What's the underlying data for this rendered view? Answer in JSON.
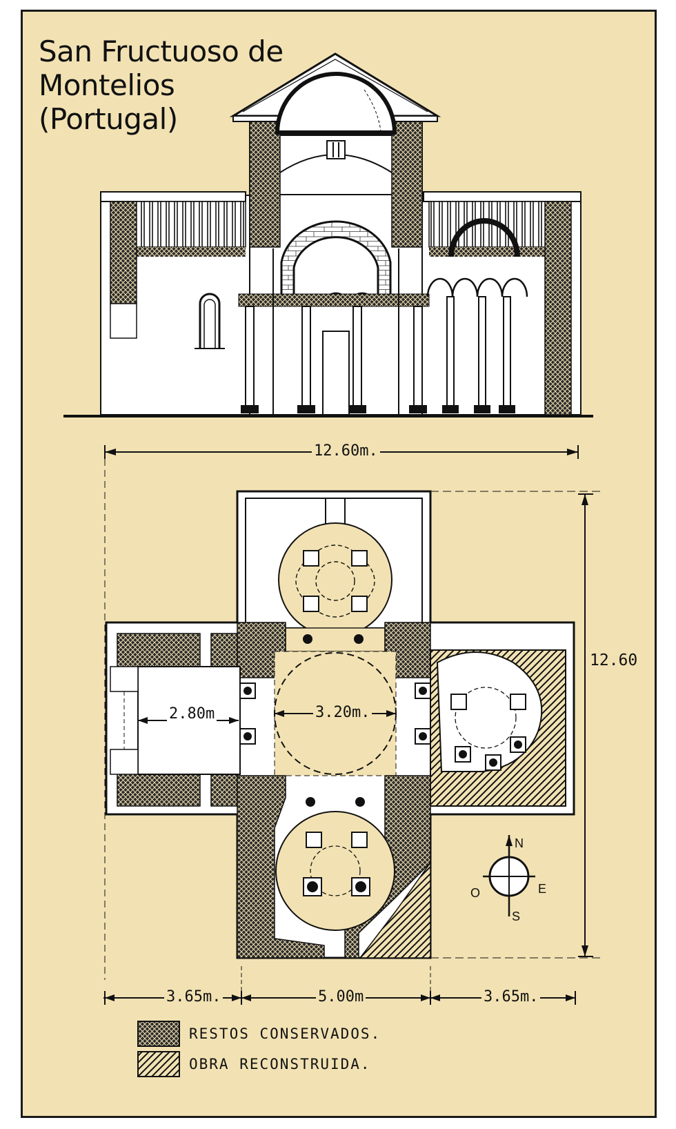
{
  "title": {
    "line1": "San Fructuoso de",
    "line2": "Montelios",
    "line3": "(Portugal)"
  },
  "dimensions": {
    "overall_width": "12.60m.",
    "overall_height": "12.60",
    "nave_width": "2.80m",
    "crossing_width": "3.20m.",
    "left_arm": "3.65m.",
    "center_arm": "5.00m",
    "right_arm": "3.65m."
  },
  "compass": {
    "north": "N",
    "south": "S",
    "east": "E",
    "west": "O"
  },
  "legend": {
    "preserved_label": "RESTOS CONSERVADOS.",
    "reconstructed_label": "OBRA RECONSTRUIDA."
  },
  "colors": {
    "paper": "#f2e2b3",
    "ink": "#111111",
    "page_background": "#ffffff"
  }
}
